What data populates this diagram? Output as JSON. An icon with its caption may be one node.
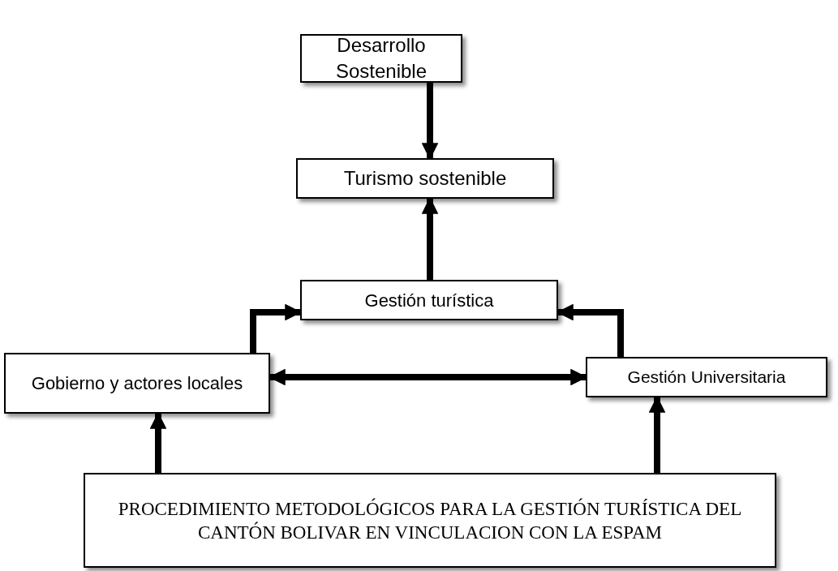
{
  "diagram": {
    "nodes": [
      {
        "text": [
          "Desarrollo Sostenible"
        ]
      },
      {
        "text": [
          "Turismo sostenible"
        ]
      },
      {
        "text": [
          "Gestión turística"
        ]
      },
      {
        "text": [
          "Gobierno y actores locales"
        ]
      },
      {
        "text": [
          "Gestión Universitaria"
        ]
      },
      {
        "text": [
          "PROCEDIMIENTO  METODOLÓGICOS PARA LA GESTIÓN TURÍSTICA DEL CANTÓN BOLIVAR  EN VINCULACION CON LA ESPAM"
        ]
      }
    ],
    "edges": [
      {
        "from": 0,
        "to": 1,
        "arrow": "to"
      },
      {
        "from": 2,
        "to": 1,
        "arrow": "to"
      },
      {
        "from": 3,
        "to": 2,
        "arrow": "to"
      },
      {
        "from": 4,
        "to": 2,
        "arrow": "to"
      },
      {
        "from": 3,
        "to": 4,
        "arrow": "both"
      },
      {
        "from": 5,
        "to": 3,
        "arrow": "to"
      },
      {
        "from": 5,
        "to": 4,
        "arrow": "to"
      }
    ]
  }
}
